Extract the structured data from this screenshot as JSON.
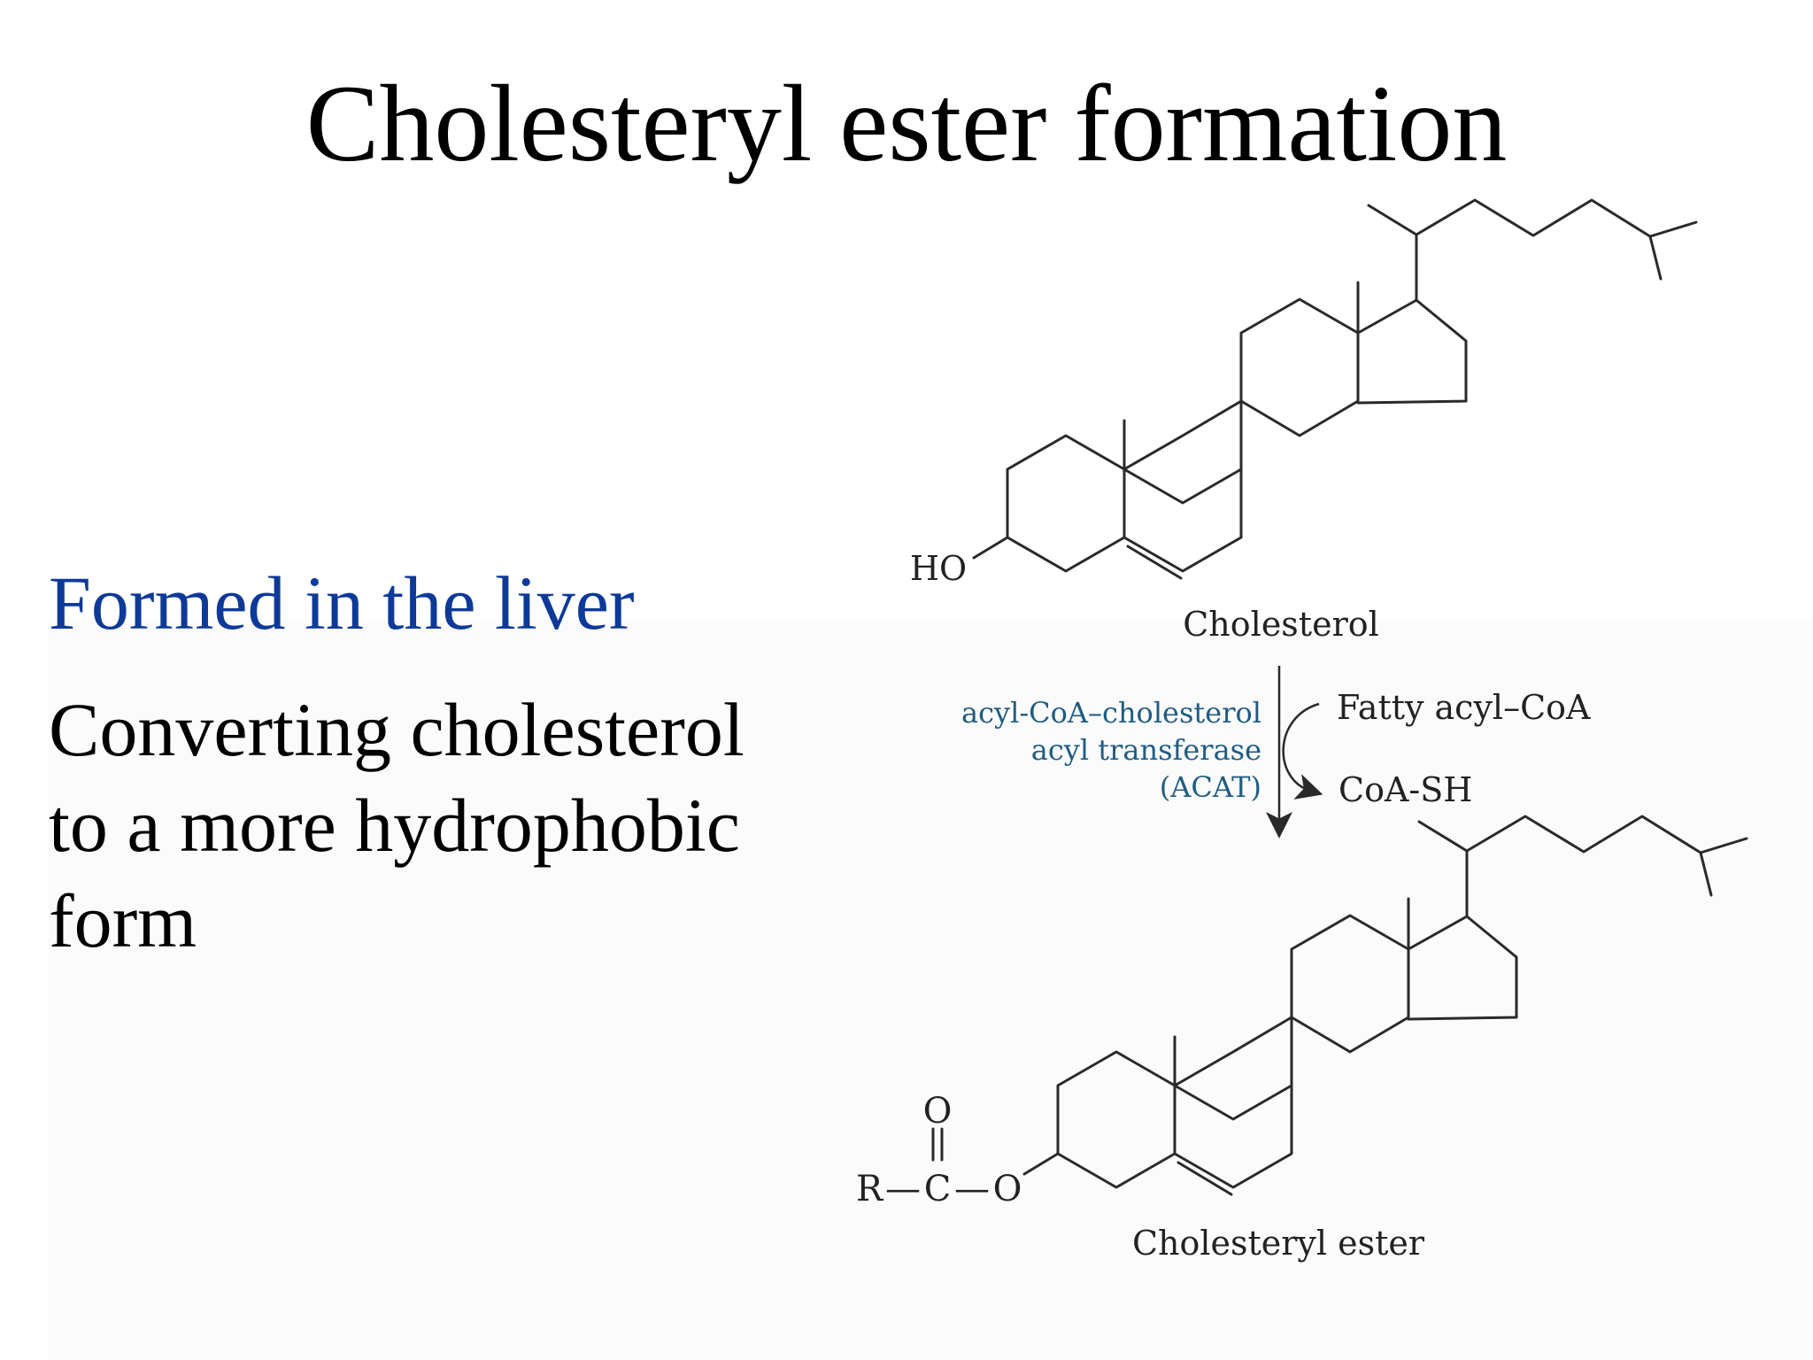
{
  "slide": {
    "title": "Cholesteryl ester formation",
    "bullets": {
      "heading": "Formed in the liver",
      "body_lines": [
        "Converting cholesterol",
        "to a more hydrophobic",
        "form"
      ]
    }
  },
  "diagram": {
    "reactant": {
      "name": "Cholesterol",
      "group": "HO"
    },
    "enzyme": {
      "lines": [
        "acyl-CoA–cholesterol",
        "acyl transferase",
        "(ACAT)"
      ]
    },
    "cosubstrate_in": "Fatty acyl–CoA",
    "coproduct_out": "CoA-SH",
    "product": {
      "name": "Cholesteryl ester",
      "ester_group": {
        "oxygen_top": "O",
        "r": "R",
        "bond1": "—",
        "carbon": "C",
        "bond2": "—",
        "oxygen": "O"
      }
    },
    "colors": {
      "heading": "#0d3a99",
      "enzyme": "#1f5c82",
      "text": "#000000"
    }
  }
}
